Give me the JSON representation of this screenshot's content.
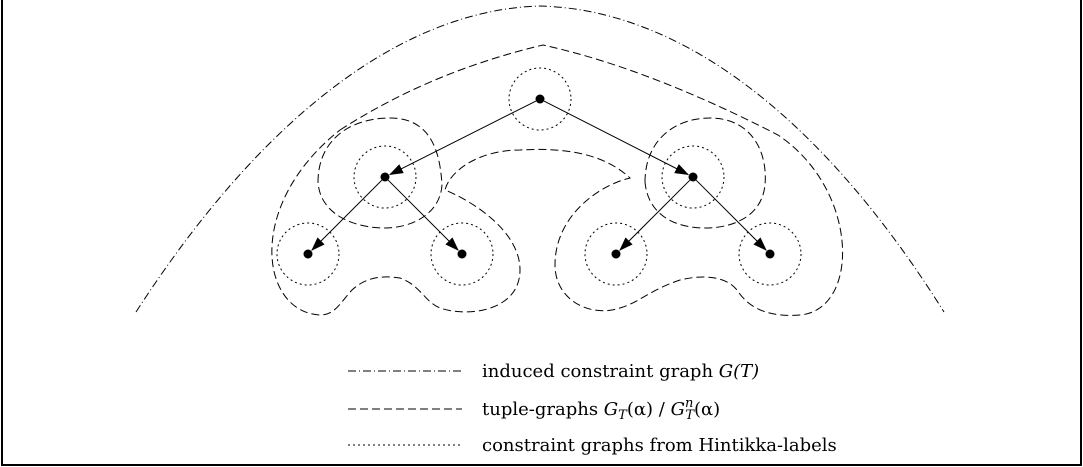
{
  "diagram": {
    "nodes": [
      {
        "id": "root"
      },
      {
        "id": "left-child"
      },
      {
        "id": "right-child"
      },
      {
        "id": "left-left-leaf"
      },
      {
        "id": "left-right-leaf"
      },
      {
        "id": "right-left-leaf"
      },
      {
        "id": "right-right-leaf"
      }
    ],
    "edges": [
      {
        "from": "root",
        "to": "left-child"
      },
      {
        "from": "root",
        "to": "right-child"
      },
      {
        "from": "left-child",
        "to": "left-left-leaf"
      },
      {
        "from": "left-child",
        "to": "left-right-leaf"
      },
      {
        "from": "right-child",
        "to": "right-left-leaf"
      },
      {
        "from": "right-child",
        "to": "right-right-leaf"
      }
    ]
  },
  "legend": {
    "items": [
      {
        "style": "dash-dot",
        "text_plain": "induced constraint graph ",
        "math": "G(T)"
      },
      {
        "style": "dashed",
        "text_plain": "tuple-graphs ",
        "math_a": "G",
        "math_a_sub": "T",
        "math_a_rest": "(α)",
        "separator": " / ",
        "math_b": "G",
        "math_b_sup": "n",
        "math_b_sub": "T",
        "math_b_rest": "(α)"
      },
      {
        "style": "dotted",
        "text_plain": "constraint graphs from Hintikka-labels"
      }
    ]
  },
  "colors": {
    "stroke": "#000000",
    "background": "#ffffff"
  }
}
